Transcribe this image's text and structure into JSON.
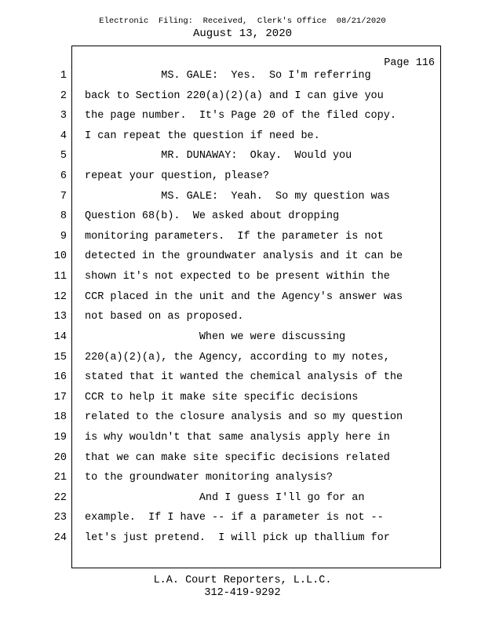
{
  "header": {
    "filing_stamp": "Electronic  Filing:  Received,  Clerk's Office  08/21/2020",
    "hearing_date": "August 13, 2020"
  },
  "transcript": {
    "page_label": "Page 116",
    "lines": [
      {
        "num": "1",
        "text": "            MS. GALE:  Yes.  So I'm referring"
      },
      {
        "num": "2",
        "text": "back to Section 220(a)(2)(a) and I can give you"
      },
      {
        "num": "3",
        "text": "the page number.  It's Page 20 of the filed copy."
      },
      {
        "num": "4",
        "text": "I can repeat the question if need be."
      },
      {
        "num": "5",
        "text": "            MR. DUNAWAY:  Okay.  Would you"
      },
      {
        "num": "6",
        "text": "repeat your question, please?"
      },
      {
        "num": "7",
        "text": "            MS. GALE:  Yeah.  So my question was"
      },
      {
        "num": "8",
        "text": "Question 68(b).  We asked about dropping"
      },
      {
        "num": "9",
        "text": "monitoring parameters.  If the parameter is not"
      },
      {
        "num": "10",
        "text": "detected in the groundwater analysis and it can be"
      },
      {
        "num": "11",
        "text": "shown it's not expected to be present within the"
      },
      {
        "num": "12",
        "text": "CCR placed in the unit and the Agency's answer was"
      },
      {
        "num": "13",
        "text": "not based on as proposed."
      },
      {
        "num": "14",
        "text": "                  When we were discussing"
      },
      {
        "num": "15",
        "text": "220(a)(2)(a), the Agency, according to my notes,"
      },
      {
        "num": "16",
        "text": "stated that it wanted the chemical analysis of the"
      },
      {
        "num": "17",
        "text": "CCR to help it make site specific decisions"
      },
      {
        "num": "18",
        "text": "related to the closure analysis and so my question"
      },
      {
        "num": "19",
        "text": "is why wouldn't that same analysis apply here in"
      },
      {
        "num": "20",
        "text": "that we can make site specific decisions related"
      },
      {
        "num": "21",
        "text": "to the groundwater monitoring analysis?"
      },
      {
        "num": "22",
        "text": "                  And I guess I'll go for an"
      },
      {
        "num": "23",
        "text": "example.  If I have -- if a parameter is not --"
      },
      {
        "num": "24",
        "text": "let's just pretend.  I will pick up thallium for"
      }
    ]
  },
  "footer": {
    "reporter": "L.A. Court Reporters, L.L.C.",
    "phone": "312-419-9292"
  }
}
